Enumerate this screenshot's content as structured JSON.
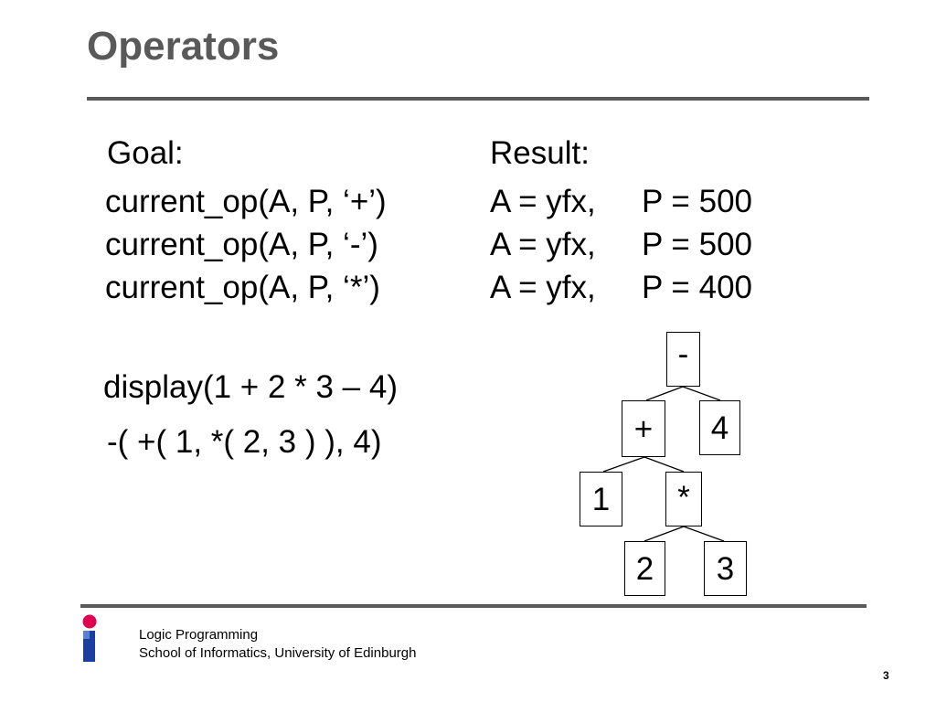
{
  "slide": {
    "title": "Operators",
    "page_number": "3"
  },
  "goals": {
    "goal_header": "Goal:",
    "result_header": "Result:",
    "rows": [
      {
        "goal": "current_op(A, P, ‘+’)",
        "result_a": "A = yfx,",
        "result_p": "P = 500"
      },
      {
        "goal": "current_op(A, P, ‘-’)",
        "result_a": "A = yfx,",
        "result_p": "P = 500"
      },
      {
        "goal": "current_op(A, P, ‘*’)",
        "result_a": "A = yfx,",
        "result_p": "P = 400"
      }
    ]
  },
  "display": {
    "query": "display(1 + 2 * 3 – 4)",
    "output": "-( +( 1, *( 2, 3 ) ), 4)"
  },
  "tree": {
    "root": "-",
    "plus": "+",
    "four": "4",
    "one": "1",
    "times": "*",
    "two": "2",
    "three": "3"
  },
  "footer": {
    "line1": "Logic Programming",
    "line2": "School of Informatics, University of Edinburgh"
  },
  "colors": {
    "title_gray": "#595959",
    "logo_red": "#e0004d",
    "logo_blue": "#1a3fa0"
  }
}
